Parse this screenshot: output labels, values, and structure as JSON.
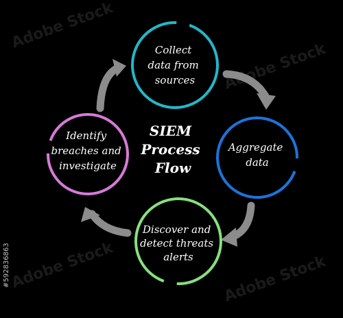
{
  "title_lines": [
    "SIEM",
    "Process",
    "Flow"
  ],
  "nodes": [
    {
      "id": "collect",
      "lines": [
        "Collect",
        "data from",
        "sources"
      ],
      "color": "#21b8c8"
    },
    {
      "id": "aggregate",
      "lines": [
        "Aggregate",
        "data"
      ],
      "color": "#1a74dc"
    },
    {
      "id": "discover",
      "lines": [
        "Discover and",
        "detect threats",
        "alerts"
      ],
      "color": "#86e07e"
    },
    {
      "id": "identify",
      "lines": [
        "Identify",
        "breaches and",
        "investigate"
      ],
      "color": "#d77ad8"
    }
  ],
  "arrow_color": "#8c8c8c",
  "watermark": "Adobe Stock",
  "stock_id": "#592836863"
}
